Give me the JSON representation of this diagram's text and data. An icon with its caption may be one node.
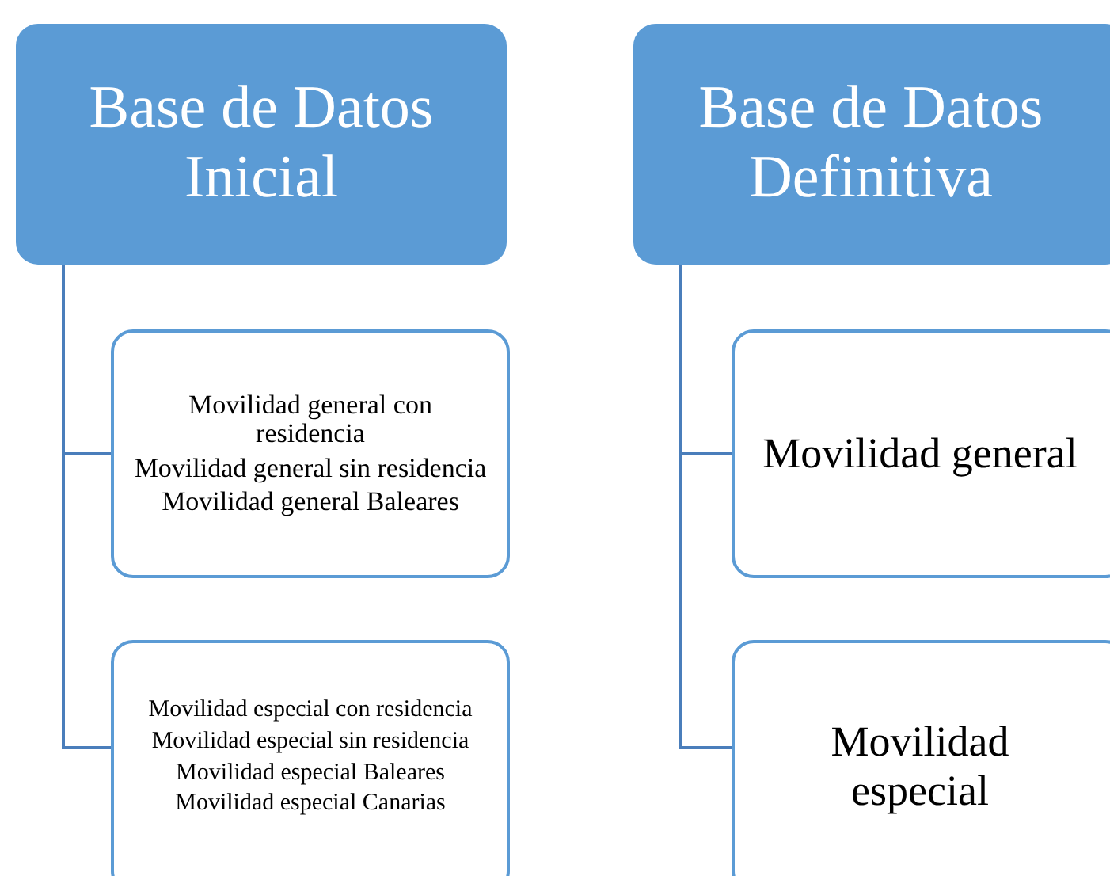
{
  "diagram": {
    "nodes": [
      {
        "text": [
          "Base de Datos Inicial"
        ]
      },
      {
        "text": [
          "Movilidad general con residencia",
          "Movilidad general sin residencia",
          "Movilidad general Baleares"
        ]
      },
      {
        "text": [
          "Movilidad especial con residencia",
          "Movilidad especial sin residencia",
          "Movilidad especial Baleares",
          "Movilidad especial Canarias"
        ]
      },
      {
        "text": [
          "Base de Datos Definitiva"
        ]
      },
      {
        "text": [
          "Movilidad general"
        ]
      },
      {
        "text": [
          "Movilidad especial"
        ]
      }
    ],
    "edges": [
      {
        "from": 0,
        "to": 1,
        "arrow": "none"
      },
      {
        "from": 0,
        "to": 2,
        "arrow": "none"
      },
      {
        "from": 3,
        "to": 4,
        "arrow": "none"
      },
      {
        "from": 3,
        "to": 5,
        "arrow": "none"
      }
    ]
  }
}
